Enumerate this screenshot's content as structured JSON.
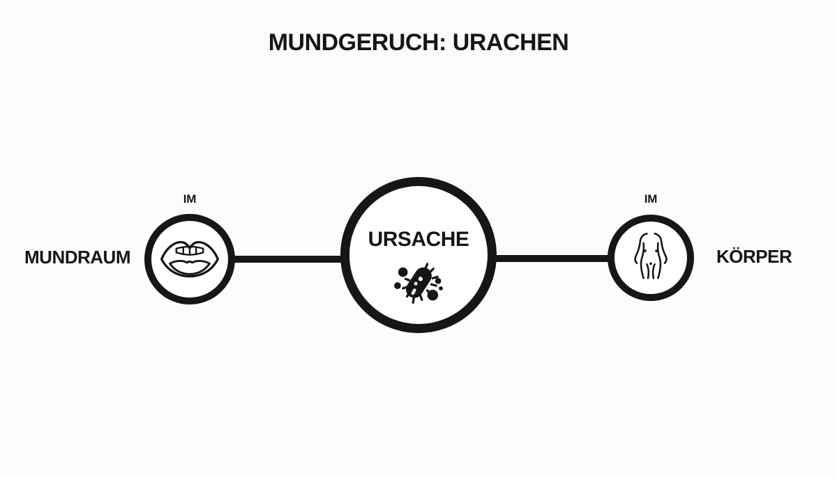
{
  "colors": {
    "background": "#fcfcfa",
    "ink": "#161616"
  },
  "title": "MUNDGERUCH: URACHEN",
  "diagram": {
    "left_node": {
      "prefix": "IM",
      "label": "MUNDRAUM",
      "icon": "mouth-icon"
    },
    "center_node": {
      "label": "URSACHE",
      "icon": "bacteria-icon"
    },
    "right_node": {
      "prefix": "IM",
      "label": "KÖRPER",
      "icon": "torso-icon"
    }
  }
}
